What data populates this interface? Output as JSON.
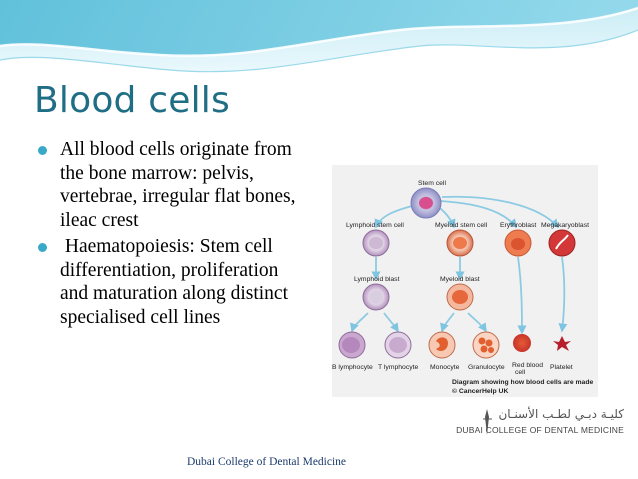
{
  "slide": {
    "title": "Blood cells",
    "bullets": [
      "All blood cells originate from the bone marrow: pelvis, vertebrae, irregular flat bones, ileac crest",
      " Haematopoiesis: Stem cell differentiation, proliferation and maturation along distinct specialised cell lines"
    ],
    "footer": "Dubai College of Dental Medicine",
    "theme_colors": {
      "title": "#1f6e85",
      "bullet": "#38a9c7",
      "header_wave": "#5fc3dd"
    }
  },
  "diagram": {
    "labels": {
      "stem_cell": "Stem cell",
      "lymphoid_stem_cell": "Lymphoid stem cell",
      "myeloid_stem_cell": "Myeloid stem cell",
      "erythroblast": "Erythroblast",
      "megakaryoblast": "Megakaryoblast",
      "lymphoid_blast": "Lymphoid blast",
      "myeloid_blast": "Myeloid blast",
      "b_lymphocyte": "B lymphocyte",
      "t_lymphocyte": "T lymphocyte",
      "monocyte": "Monocyte",
      "granulocyte": "Granulocyte",
      "red_blood_cell_1": "Red blood",
      "red_blood_cell_2": "cell",
      "platelet": "Platelet",
      "caption": "Diagram showing how blood cells are made",
      "credit": "© CancerHelp UK"
    }
  },
  "logo": {
    "arabic": "كليـة دبـي لطـب الأسنـان",
    "english": "DUBAI COLLEGE OF DENTAL MEDICINE"
  }
}
